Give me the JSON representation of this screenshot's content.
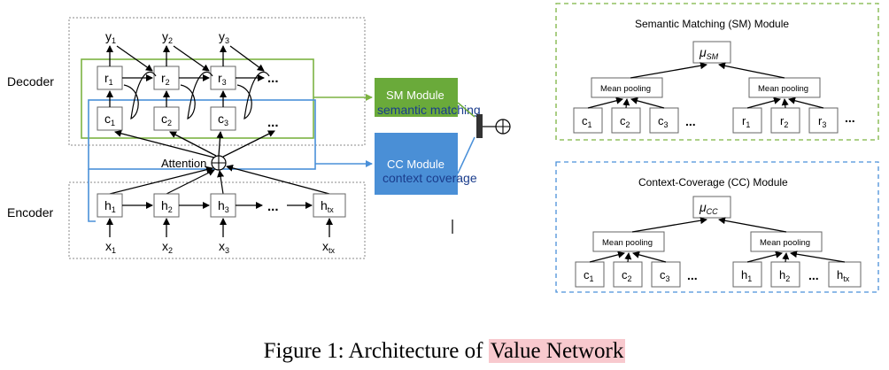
{
  "left": {
    "decoder_label": "Decoder",
    "encoder_label": "Encoder",
    "attention_label": "Attention",
    "y_labels": [
      [
        "y",
        "1"
      ],
      [
        "y",
        "2"
      ],
      [
        "y",
        "3"
      ]
    ],
    "r_labels": [
      [
        "r",
        "1"
      ],
      [
        "r",
        "2"
      ],
      [
        "r",
        "3"
      ]
    ],
    "c_labels": [
      [
        "c",
        "1"
      ],
      [
        "c",
        "2"
      ],
      [
        "c",
        "3"
      ]
    ],
    "h_labels": [
      [
        "h",
        "1"
      ],
      [
        "h",
        "2"
      ],
      [
        "h",
        "3"
      ],
      [
        "h",
        "tx"
      ]
    ],
    "x_labels": [
      [
        "x",
        "1"
      ],
      [
        "x",
        "2"
      ],
      [
        "x",
        "3"
      ],
      [
        "x",
        "tx"
      ]
    ],
    "ellipsis": "...",
    "sm_module": {
      "title": "SM Module",
      "subtitle": "semantic matching"
    },
    "cc_module": {
      "title": "CC Module",
      "subtitle": "context coverage"
    }
  },
  "sm_panel": {
    "title": "Semantic Matching (SM) Module",
    "mu": [
      "μ",
      "SM"
    ],
    "pool_label": "Mean pooling",
    "left_items": [
      [
        "c",
        "1"
      ],
      [
        "c",
        "2"
      ],
      [
        "c",
        "3"
      ]
    ],
    "right_items": [
      [
        "r",
        "1"
      ],
      [
        "r",
        "2"
      ],
      [
        "r",
        "3"
      ]
    ],
    "ellipsis": "..."
  },
  "cc_panel": {
    "title": "Context-Coverage (CC) Module",
    "mu": [
      "μ",
      "CC"
    ],
    "pool_label": "Mean pooling",
    "left_items": [
      [
        "c",
        "1"
      ],
      [
        "c",
        "2"
      ],
      [
        "c",
        "3"
      ]
    ],
    "right_items": [
      [
        "h",
        "1"
      ],
      [
        "h",
        "2"
      ],
      [
        "h",
        "tx"
      ]
    ],
    "ellipsis": "..."
  },
  "caption": {
    "prefix": "Figure 1: Architecture of ",
    "highlight": "Value Network"
  },
  "colors": {
    "green": "#7cb342",
    "blue": "#4a90d9",
    "sm_fill": "#6aaa3a",
    "cc_fill": "#4a8fd6",
    "dark_blue_text": "#1a3c8c"
  }
}
